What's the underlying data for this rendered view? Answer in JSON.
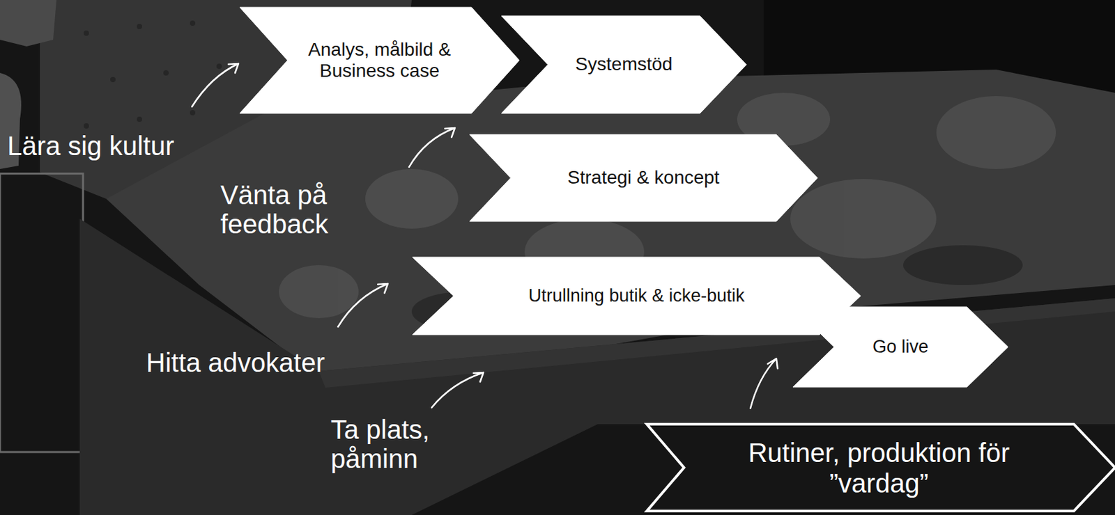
{
  "diagram": {
    "nodes": [
      {
        "text": [
          "Analys, målbild & Business case"
        ]
      },
      {
        "text": [
          "Systemstöd"
        ]
      },
      {
        "text": [
          "Strategi & koncept"
        ]
      },
      {
        "text": [
          "Utrullning butik & icke-butik"
        ]
      },
      {
        "text": [
          "Go live"
        ]
      },
      {
        "text": [
          "Rutiner, produktion för ”vardag”"
        ]
      }
    ],
    "labels": [
      "Lära sig kultur",
      "Vänta på feedback",
      "Hitta advokater",
      "Ta plats, påminn"
    ]
  }
}
